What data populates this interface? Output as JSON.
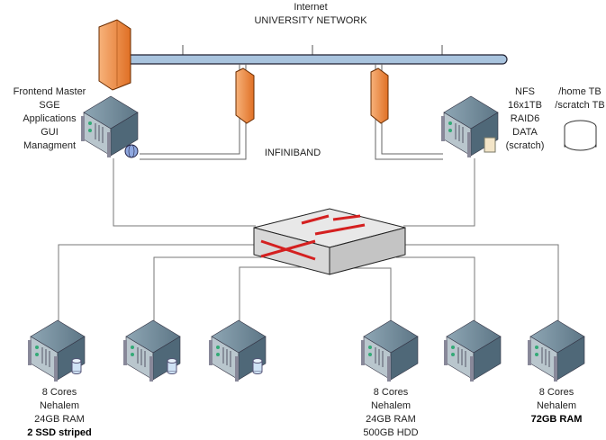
{
  "network": {
    "line1": "Internet",
    "line2": "UNIVERSITY NETWORK"
  },
  "infiniband": "INFINIBAND",
  "frontend": {
    "lines": [
      "Frontend Master",
      "SGE",
      "Applications",
      "GUI",
      "Managment"
    ]
  },
  "nfs": {
    "lines": [
      "NFS",
      "16x1TB",
      "RAID6",
      "DATA",
      "(scratch)"
    ]
  },
  "storage": {
    "lines": [
      "/home TB",
      "/scratch TB"
    ]
  },
  "node_groups": [
    {
      "lines": [
        "8 Cores",
        "Nehalem",
        "24GB RAM",
        "2 SSD striped"
      ],
      "bold_last": true
    },
    {
      "lines": [
        "8 Cores",
        "Nehalem",
        "24GB RAM",
        "500GB HDD"
      ]
    },
    {
      "lines": [
        "8 Cores",
        "Nehalem",
        "72GB RAM"
      ],
      "bold_last": true
    }
  ],
  "colors": {
    "firewall": "#f0944a",
    "bus": "#a9c4de",
    "server": "#6f8a9a",
    "switch_arrows": "#d42020"
  }
}
